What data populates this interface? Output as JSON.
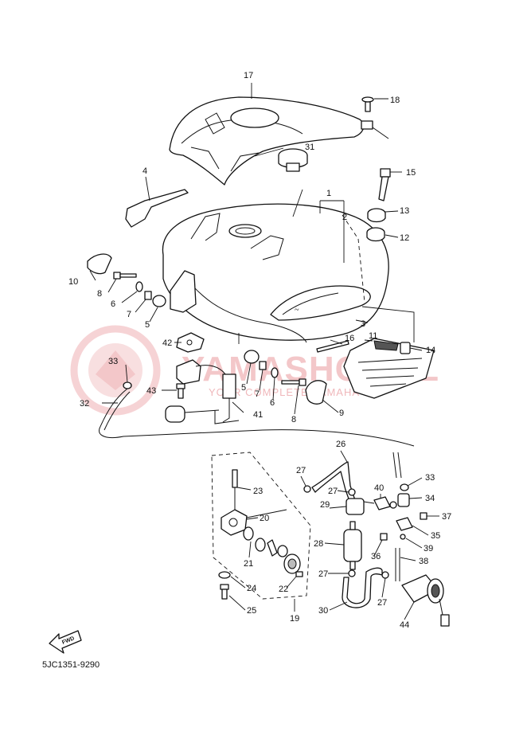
{
  "watermark": {
    "brand": "YAMASHOP.PL",
    "tagline": "YOUR COMPLETE YAMAHA"
  },
  "document_code": "5JC1351-9290",
  "fwd_label": "FWD",
  "callouts": [
    "1",
    "2",
    "3",
    "4",
    "5",
    "5",
    "6",
    "6",
    "7",
    "7",
    "8",
    "8",
    "9",
    "10",
    "11",
    "12",
    "13",
    "14",
    "15",
    "16",
    "17",
    "18",
    "19",
    "20",
    "21",
    "22",
    "23",
    "24",
    "25",
    "26",
    "27",
    "27",
    "27",
    "27",
    "28",
    "29",
    "30",
    "31",
    "32",
    "33",
    "33",
    "34",
    "35",
    "36",
    "37",
    "38",
    "39",
    "40",
    "41",
    "42",
    "43",
    "44"
  ]
}
